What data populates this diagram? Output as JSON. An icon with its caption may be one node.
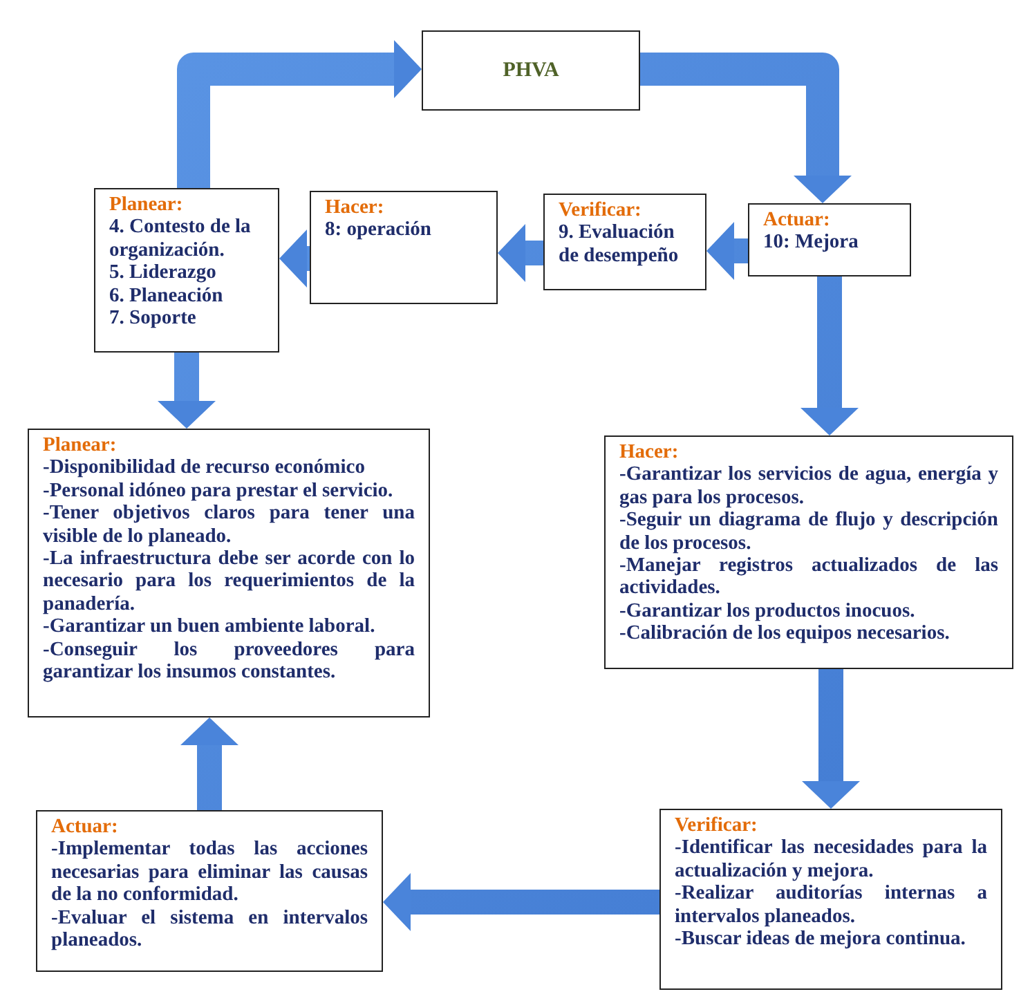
{
  "diagram": {
    "nodes": [
      {
        "text": [
          "PHVA"
        ]
      },
      {
        "text": [
          "Planear:",
          "4. Contesto de la organización.",
          "5. Liderazgo",
          "6. Planeación",
          "7. Soporte"
        ]
      },
      {
        "text": [
          "Hacer:",
          "8: operación"
        ]
      },
      {
        "text": [
          "Verificar:",
          "9. Evaluación de desempeño"
        ]
      },
      {
        "text": [
          "Actuar:",
          "10: Mejora"
        ]
      },
      {
        "text": [
          "Planear:",
          "-Disponibilidad de recurso económico",
          "-Personal idóneo para prestar el servicio.",
          "-Tener objetivos claros para tener una visible de lo planeado.",
          "-La infraestructura debe ser  acorde con lo necesario para los requerimientos de la panadería.",
          "-Garantizar un buen ambiente laboral.",
          "-Conseguir    los proveedores para garantizar los insumos constantes."
        ]
      },
      {
        "text": [
          "Hacer:",
          "-Garantizar los servicios de agua, energía y gas para  los procesos.",
          "-Seguir un diagrama de flujo y descripción de los procesos.",
          "-Manejar registros actualizados de las actividades.",
          "-Garantizar los productos inocuos.",
          "-Calibración de los equipos necesarios."
        ]
      },
      {
        "text": [
          "Actuar:",
          "-Implementar todas las acciones necesarias para eliminar las causas de la no conformidad.",
          "-Evaluar el sistema en intervalos planeados."
        ]
      },
      {
        "text": [
          "Verificar:",
          "-Identificar las necesidades para la actualización y mejora.",
          "-Realizar auditorías internas a intervalos planeados.",
          "-Buscar ideas de mejora continua."
        ]
      }
    ],
    "edges": [
      {
        "from": 1,
        "to": 0,
        "arrow": "to"
      },
      {
        "from": 0,
        "to": 4,
        "arrow": "to"
      },
      {
        "from": 4,
        "to": 3,
        "arrow": "to"
      },
      {
        "from": 3,
        "to": 2,
        "arrow": "to"
      },
      {
        "from": 2,
        "to": 1,
        "arrow": "to"
      },
      {
        "from": 1,
        "to": 5,
        "arrow": "to"
      },
      {
        "from": 4,
        "to": 6,
        "arrow": "to"
      },
      {
        "from": 6,
        "to": 8,
        "arrow": "to"
      },
      {
        "from": 8,
        "to": 7,
        "arrow": "to"
      },
      {
        "from": 7,
        "to": 5,
        "arrow": "to"
      }
    ]
  }
}
